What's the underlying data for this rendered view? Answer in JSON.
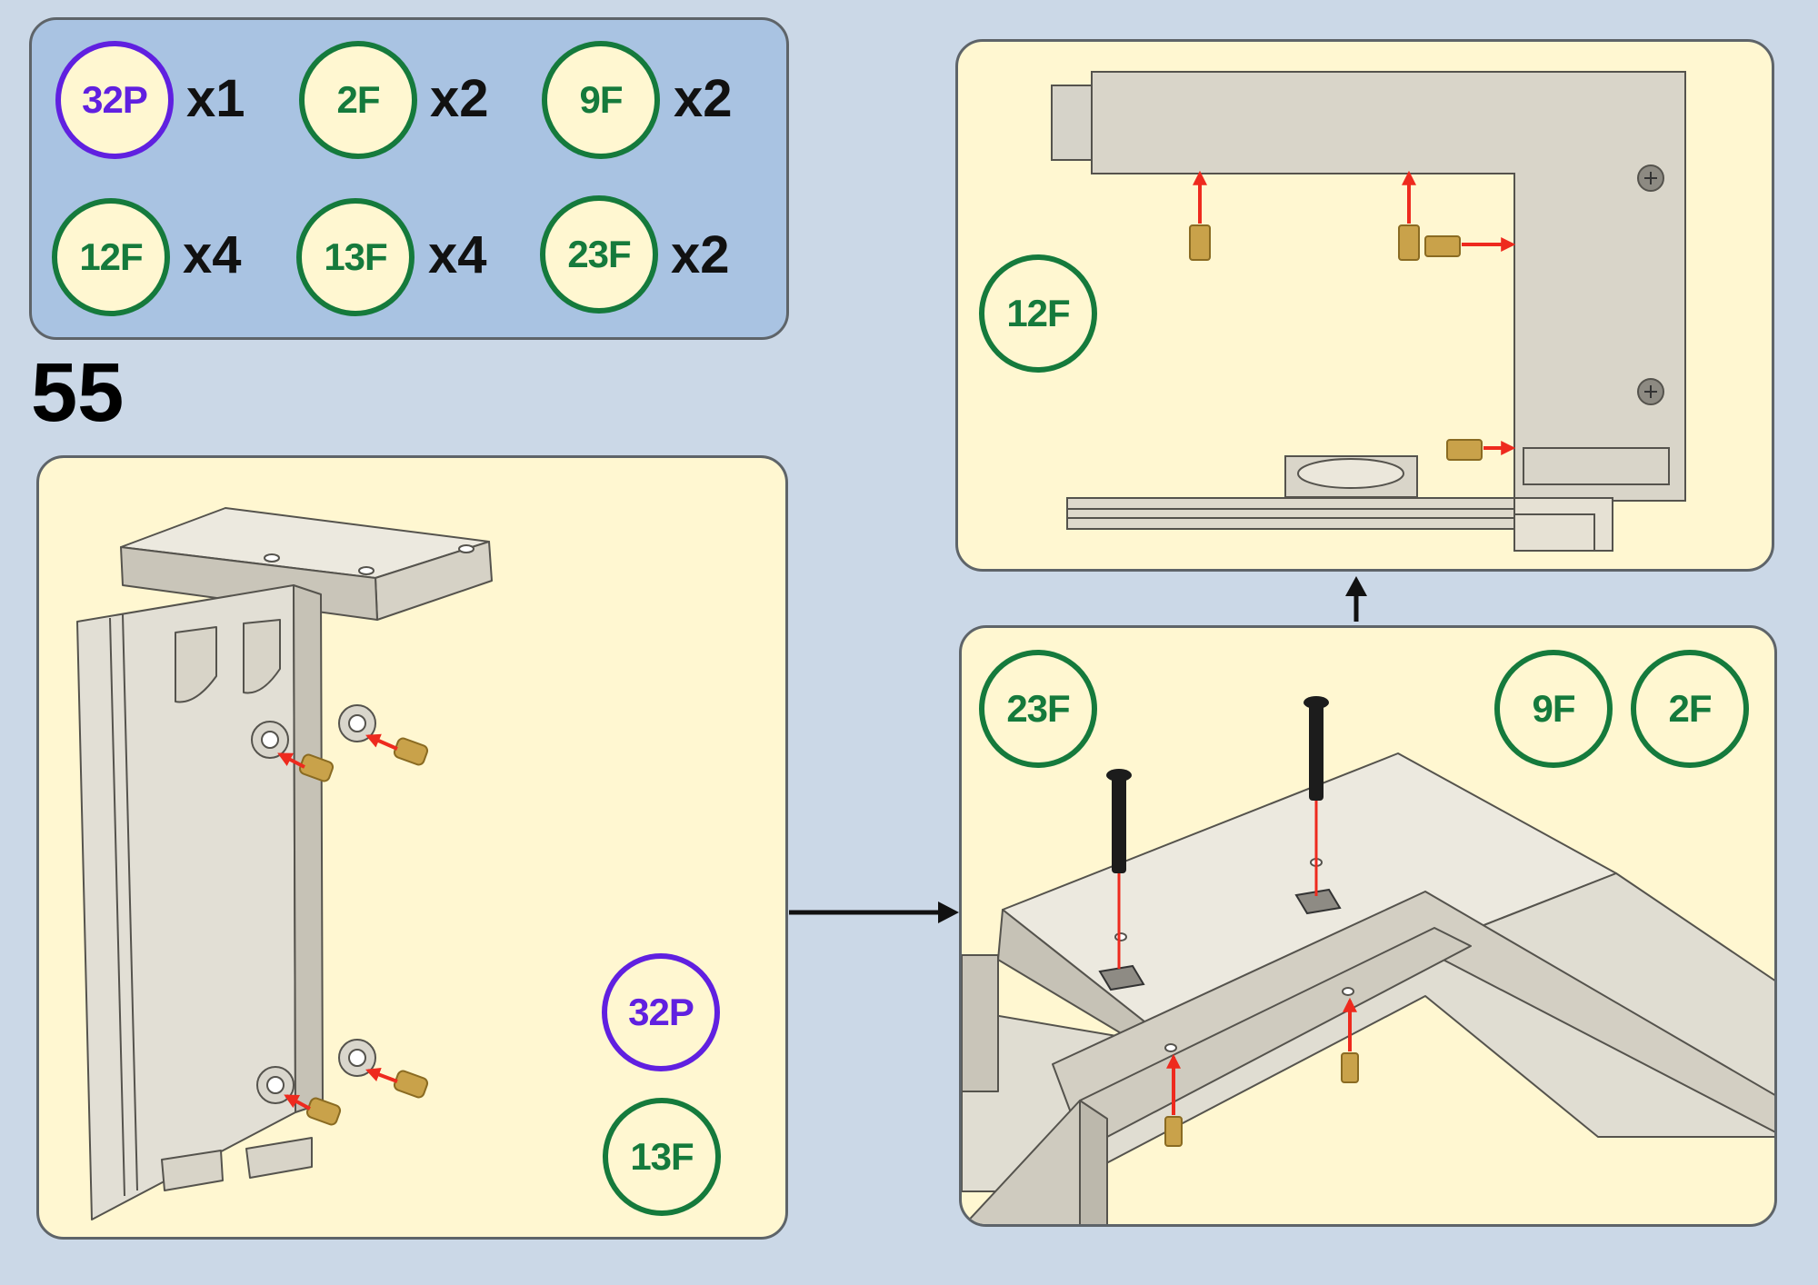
{
  "step_number": "55",
  "parts": [
    {
      "id": "32P",
      "qty": "x1",
      "color": "#6020e0"
    },
    {
      "id": "2F",
      "qty": "x2",
      "color": "#157a3c"
    },
    {
      "id": "9F",
      "qty": "x2",
      "color": "#157a3c"
    },
    {
      "id": "12F",
      "qty": "x4",
      "color": "#157a3c"
    },
    {
      "id": "13F",
      "qty": "x4",
      "color": "#157a3c"
    },
    {
      "id": "23F",
      "qty": "x2",
      "color": "#157a3c"
    }
  ],
  "panel_main": {
    "badges": [
      "32P",
      "13F"
    ]
  },
  "panel_top": {
    "badges": [
      "12F"
    ]
  },
  "panel_mid": {
    "badges": [
      "23F",
      "9F",
      "2F"
    ]
  },
  "colors": {
    "background": "#cbd8e7",
    "parts_panel": "#a9c3e2",
    "panel_fill": "#fff7d1",
    "part_body": "#e0ddd2",
    "arrow_red": "#ee2a1e",
    "brass": "#c9a24a"
  }
}
